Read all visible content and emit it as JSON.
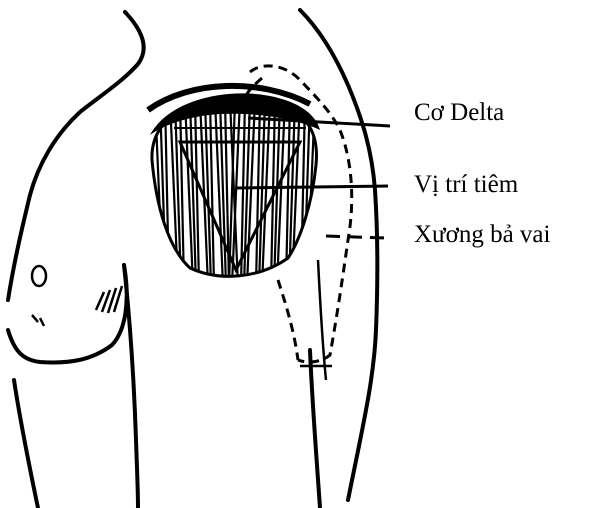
{
  "labels": {
    "deltoid": "Cơ Delta",
    "injection_site": "Vị trí tiêm",
    "scapula": "Xương bả vai"
  },
  "colors": {
    "ink": "#000000",
    "background": "#ffffff"
  }
}
